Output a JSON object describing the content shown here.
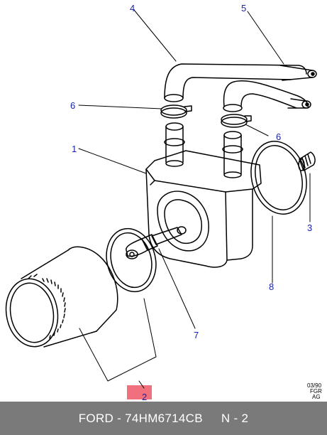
{
  "callouts": {
    "c1": "1",
    "c2": "2",
    "c3": "3",
    "c4": "4",
    "c5": "5",
    "c6a": "6",
    "c6b": "6",
    "c7": "7",
    "c8": "8"
  },
  "stamp": {
    "line1": "03/90",
    "line2": "FGR",
    "line3": "AG"
  },
  "footer": {
    "part": "FORD - 74HM6714CB",
    "ref": "N - 2"
  },
  "colors": {
    "callout": "#1a23a8",
    "highlight": "#f0707e",
    "footer_bg": "#7a7a7a"
  }
}
